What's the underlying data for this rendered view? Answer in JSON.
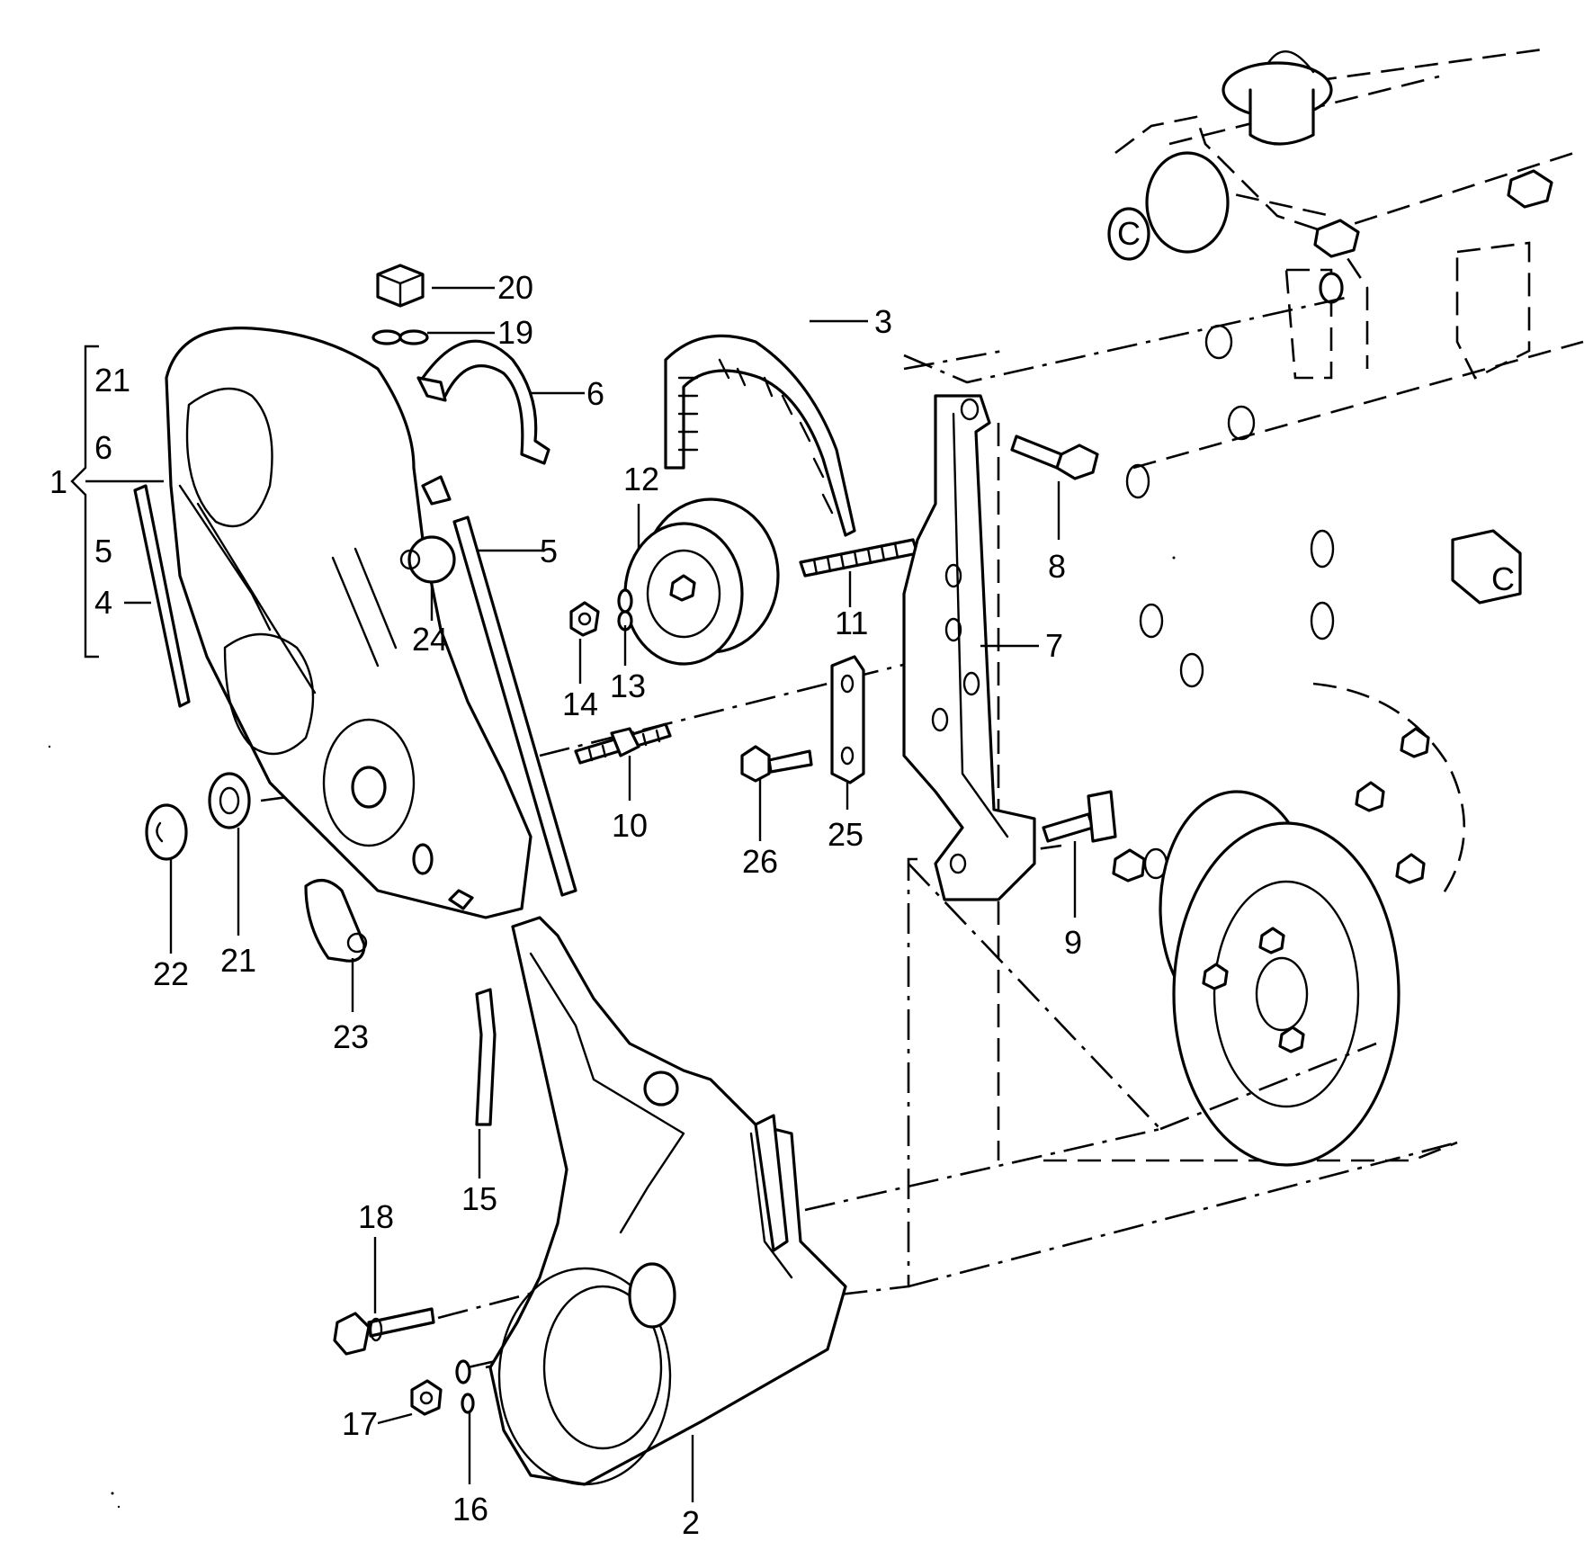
{
  "diagram": {
    "group_bracket": {
      "label": "1",
      "members": [
        "21",
        "6",
        "5",
        "4"
      ]
    },
    "callouts": {
      "c2": "2",
      "c3": "3",
      "c4": "4",
      "c5": "5",
      "c6": "6",
      "c7": "7",
      "c8": "8",
      "c9": "9",
      "c10": "10",
      "c11": "11",
      "c12": "12",
      "c13": "13",
      "c14": "14",
      "c15": "15",
      "c16": "16",
      "c17": "17",
      "c18": "18",
      "c19": "19",
      "c20": "20",
      "c21": "21",
      "c22": "22",
      "c23": "23",
      "c24": "24",
      "c25": "25",
      "c26": "26"
    },
    "engine_marks": {
      "m1": "C",
      "m2": "C"
    }
  }
}
